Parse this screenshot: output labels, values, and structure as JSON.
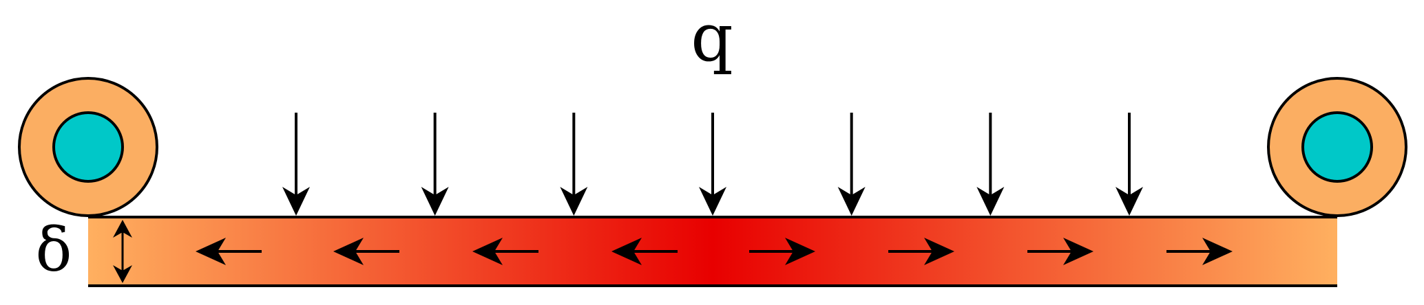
{
  "labels": {
    "load": "q",
    "thickness": "δ"
  },
  "colors": {
    "roller_outer": "#FBAE62",
    "roller_inner": "#00C8C8",
    "strip_edge": "#FFB060",
    "strip_center": "#E80000",
    "outline": "#000000",
    "background": "#FFFFFF"
  },
  "load_arrows": {
    "count": 7,
    "direction": "down"
  },
  "flow_arrows": {
    "left_count": 4,
    "left_direction": "left",
    "right_count": 4,
    "right_direction": "right"
  },
  "rollers": {
    "count": 2
  }
}
